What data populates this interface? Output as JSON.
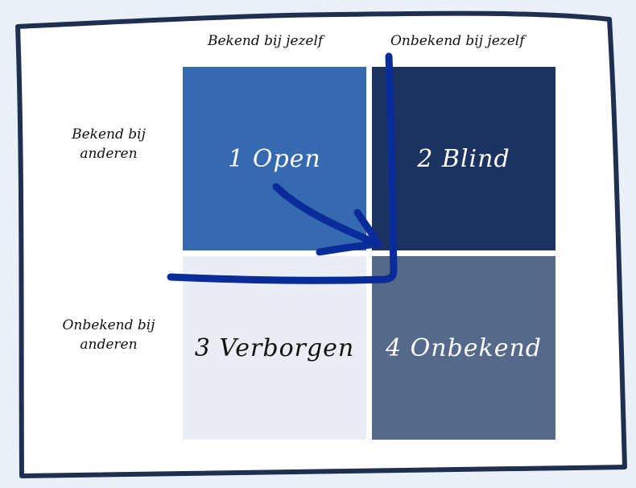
{
  "columns": [
    "Bekend bij jezelf",
    "Onbekend bij jezelf"
  ],
  "rows": [
    "Bekend bij anderen",
    "Onbekend bij anderen"
  ],
  "quadrants": [
    {
      "label": "1 Open",
      "color": "#3569b0",
      "text_color": "#ffffff"
    },
    {
      "label": "2 Blind",
      "color": "#1c3361",
      "text_color": "#ffffff"
    },
    {
      "label": "3 Verborgen",
      "color": "#e9eef5",
      "text_color": "#111111"
    },
    {
      "label": "4 Onbekend",
      "color": "#556a8a",
      "text_color": "#ffffff"
    }
  ],
  "colors": {
    "frame_border": "#1f2f4f",
    "background": "#e9f0f8",
    "marker": "#0a2b9a"
  }
}
